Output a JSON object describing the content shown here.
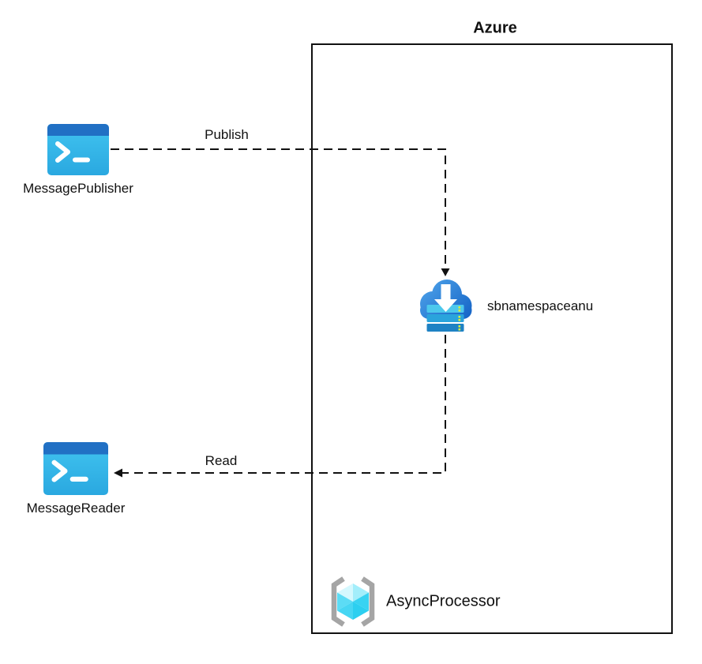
{
  "region": {
    "label": "Azure"
  },
  "nodes": {
    "message_publisher": {
      "label": "MessagePublisher",
      "icon": "terminal-icon"
    },
    "message_reader": {
      "label": "MessageReader",
      "icon": "terminal-icon"
    },
    "service_bus_namespace": {
      "label": "sbnamespaceanu",
      "icon": "service-bus-icon"
    },
    "async_processor": {
      "label": "AsyncProcessor",
      "icon": "container-apps-icon"
    }
  },
  "edges": {
    "publish": {
      "label": "Publish",
      "from": "MessagePublisher",
      "to": "sbnamespaceanu",
      "style": "dashed-arrow"
    },
    "read": {
      "label": "Read",
      "from": "sbnamespaceanu",
      "to": "MessageReader",
      "style": "dashed-arrow"
    }
  },
  "colors": {
    "terminal_header": "#2170c4",
    "terminal_body_top": "#41c4f0",
    "terminal_body_bottom": "#2aa8e0",
    "cloud_gradient_start": "#4ba0e8",
    "cloud_gradient_end": "#1463c6",
    "queue_bar_1": "#4cc8ec",
    "queue_bar_2": "#2aa4dc",
    "queue_bar_3": "#1e82c4",
    "queue_dot": "#d8ef3b",
    "cube_light": "#d5f8fe",
    "cube_dark": "#2ccff0",
    "bracket_gray": "#a5a5a5",
    "line_color": "#111111"
  }
}
